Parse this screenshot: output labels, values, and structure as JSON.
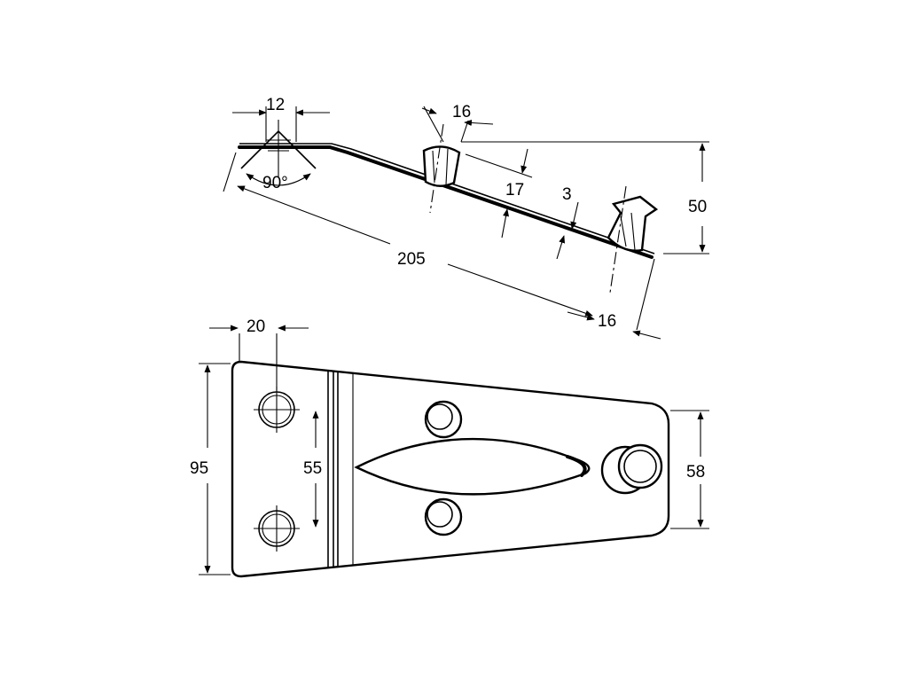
{
  "dimensions": {
    "top_width": "12",
    "countersink_angle": "90°",
    "total_length": "205",
    "pin_diameter": "16",
    "pin_height": "17",
    "thickness": "3",
    "height": "50",
    "end_offset": "16",
    "hole_offset": "20",
    "hole_spacing": "55",
    "wide_end_width": "95",
    "narrow_end_width": "58"
  }
}
